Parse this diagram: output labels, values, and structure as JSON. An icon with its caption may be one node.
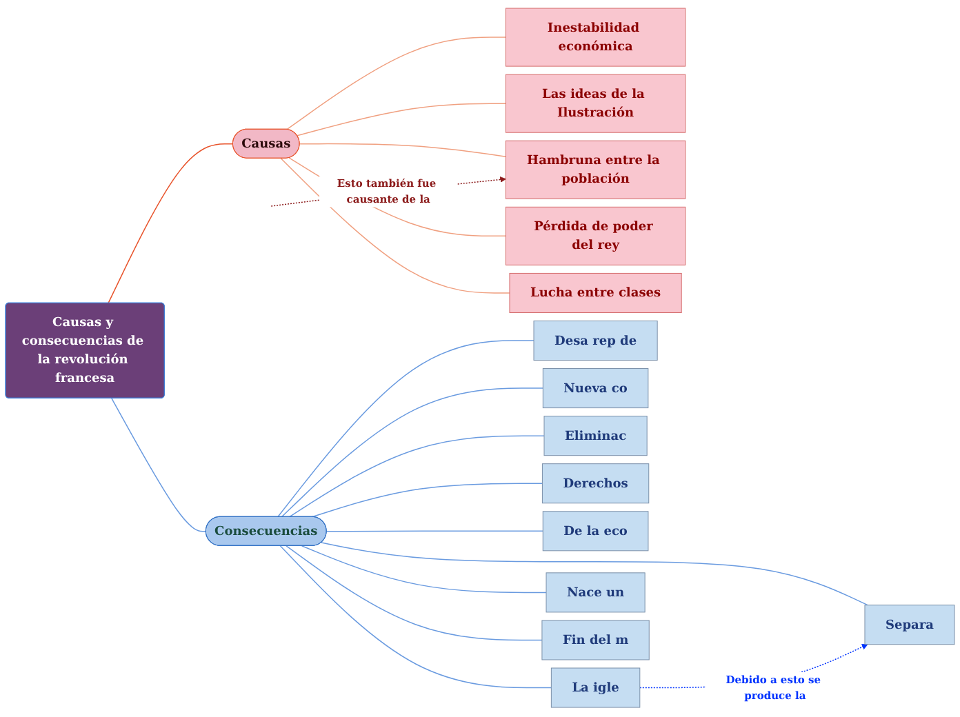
{
  "diagram": {
    "nodes": [
      {
        "text": [
          "Causas y consecuencias de la revolución francesa"
        ]
      },
      {
        "text": [
          "Causas"
        ]
      },
      {
        "text": [
          "Consecuencias"
        ]
      },
      {
        "text": [
          "Inestabilidad económica"
        ]
      },
      {
        "text": [
          "Las ideas de la Ilustración"
        ]
      },
      {
        "text": [
          "Hambruna entre la población"
        ]
      },
      {
        "text": [
          "Pérdida de poder del rey"
        ]
      },
      {
        "text": [
          "Lucha entre clases"
        ]
      },
      {
        "text": [
          "Desa rep de"
        ]
      },
      {
        "text": [
          "Nueva co"
        ]
      },
      {
        "text": [
          "Eliminac"
        ]
      },
      {
        "text": [
          "Separa"
        ]
      },
      {
        "text": [
          "Derechos"
        ]
      },
      {
        "text": [
          "De la eco"
        ]
      },
      {
        "text": [
          "La igle"
        ]
      },
      {
        "text": [
          "Nace un"
        ]
      },
      {
        "text": [
          "Fin del m"
        ]
      }
    ],
    "edges": [
      {
        "from": 0,
        "to": 1,
        "arrow": "none",
        "color": "#e8542c"
      },
      {
        "from": 0,
        "to": 2,
        "arrow": "none"
      },
      {
        "from": 1,
        "to": 3,
        "arrow": "none",
        "color": "#f0a080"
      },
      {
        "from": 1,
        "to": 4,
        "arrow": "none",
        "color": "#f0a080"
      },
      {
        "from": 1,
        "to": 5,
        "arrow": "none",
        "color": "#f0a080"
      },
      {
        "from": 1,
        "to": 6,
        "arrow": "none",
        "color": "#f0a080"
      },
      {
        "from": 1,
        "to": 7,
        "arrow": "none",
        "color": "#f0a080"
      },
      {
        "from": 2,
        "to": 8,
        "arrow": "none"
      },
      {
        "from": 2,
        "to": 9,
        "arrow": "none"
      },
      {
        "from": 2,
        "to": 10,
        "arrow": "none"
      },
      {
        "from": 2,
        "to": 11,
        "arrow": "none"
      },
      {
        "from": 2,
        "to": 12,
        "arrow": "none"
      },
      {
        "from": 2,
        "to": 13,
        "arrow": "none"
      },
      {
        "from": 2,
        "to": 14,
        "arrow": "none"
      },
      {
        "from": 2,
        "to": 15,
        "arrow": "none"
      },
      {
        "from": 2,
        "to": 16,
        "arrow": "none"
      },
      {
        "from": null,
        "to": 5,
        "arrow": "to",
        "label": "Esto también fue causante de la",
        "style": "dashed",
        "color": "#8b1a1a"
      },
      {
        "from": 14,
        "to": 11,
        "arrow": "to",
        "label": "Debido a esto se produce la",
        "style": "dashed",
        "color": "#0033ff"
      }
    ]
  }
}
